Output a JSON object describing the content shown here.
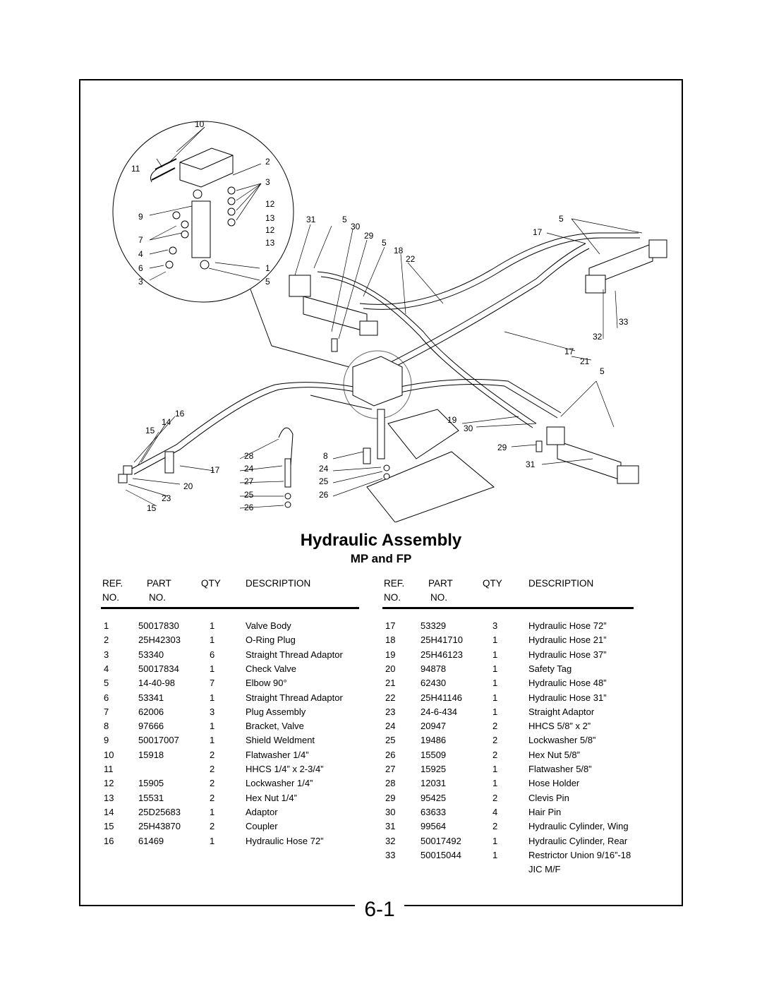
{
  "title": "Hydraulic Assembly",
  "subtitle": "MP and FP",
  "page_number": "6-1",
  "table_headers": {
    "ref_1": "REF.",
    "ref_2": "NO.",
    "part_1": "PART",
    "part_2": "NO.",
    "qty": "QTY",
    "description": "DESCRIPTION"
  },
  "parts_left": [
    {
      "ref": "1",
      "part": "50017830",
      "qty": "1",
      "desc": "Valve Body"
    },
    {
      "ref": "2",
      "part": "25H42303",
      "qty": "1",
      "desc": "O-Ring Plug"
    },
    {
      "ref": "3",
      "part": "53340",
      "qty": "6",
      "desc": "Straight Thread Adaptor"
    },
    {
      "ref": "4",
      "part": "50017834",
      "qty": "1",
      "desc": "Check Valve"
    },
    {
      "ref": "5",
      "part": "14-40-98",
      "qty": "7",
      "desc": "Elbow 90°"
    },
    {
      "ref": "6",
      "part": "53341",
      "qty": "1",
      "desc": "Straight Thread Adaptor"
    },
    {
      "ref": "7",
      "part": "62006",
      "qty": "3",
      "desc": "Plug Assembly"
    },
    {
      "ref": "8",
      "part": "97666",
      "qty": "1",
      "desc": "Bracket, Valve"
    },
    {
      "ref": "9",
      "part": "50017007",
      "qty": "1",
      "desc": "Shield Weldment"
    },
    {
      "ref": "10",
      "part": "15918",
      "qty": "2",
      "desc": "Flatwasher 1/4”"
    },
    {
      "ref": "11",
      "part": "",
      "qty": "2",
      "desc": "HHCS 1/4” x 2-3/4”"
    },
    {
      "ref": "12",
      "part": "15905",
      "qty": "2",
      "desc": "Lockwasher 1/4”"
    },
    {
      "ref": "13",
      "part": "15531",
      "qty": "2",
      "desc": "Hex Nut 1/4”"
    },
    {
      "ref": "14",
      "part": "25D25683",
      "qty": "1",
      "desc": "Adaptor"
    },
    {
      "ref": "15",
      "part": "25H43870",
      "qty": "2",
      "desc": "Coupler"
    },
    {
      "ref": "16",
      "part": "61469",
      "qty": "1",
      "desc": "Hydraulic Hose 72”"
    }
  ],
  "parts_right": [
    {
      "ref": "17",
      "part": "53329",
      "qty": "3",
      "desc": "Hydraulic Hose 72”"
    },
    {
      "ref": "18",
      "part": "25H41710",
      "qty": "1",
      "desc": "Hydraulic Hose 21”"
    },
    {
      "ref": "19",
      "part": "25H46123",
      "qty": "1",
      "desc": "Hydraulic Hose 37”"
    },
    {
      "ref": "20",
      "part": "94878",
      "qty": "1",
      "desc": "Safety Tag"
    },
    {
      "ref": "21",
      "part": "62430",
      "qty": "1",
      "desc": "Hydraulic Hose 48”"
    },
    {
      "ref": "22",
      "part": "25H41146",
      "qty": "1",
      "desc": "Hydraulic Hose 31”"
    },
    {
      "ref": "23",
      "part": "24-6-434",
      "qty": "1",
      "desc": "Straight Adaptor"
    },
    {
      "ref": "24",
      "part": "20947",
      "qty": "2",
      "desc": "HHCS 5/8” x 2”"
    },
    {
      "ref": "25",
      "part": "19486",
      "qty": "2",
      "desc": "Lockwasher 5/8”"
    },
    {
      "ref": "26",
      "part": "15509",
      "qty": "2",
      "desc": "Hex Nut 5/8”"
    },
    {
      "ref": "27",
      "part": "15925",
      "qty": "1",
      "desc": "Flatwasher 5/8”"
    },
    {
      "ref": "28",
      "part": "12031",
      "qty": "1",
      "desc": "Hose Holder"
    },
    {
      "ref": "29",
      "part": "95425",
      "qty": "2",
      "desc": "Clevis Pin"
    },
    {
      "ref": "30",
      "part": "63633",
      "qty": "4",
      "desc": "Hair Pin"
    },
    {
      "ref": "31",
      "part": "99564",
      "qty": "2",
      "desc": "Hydraulic Cylinder, Wing"
    },
    {
      "ref": "32",
      "part": "50017492",
      "qty": "1",
      "desc": "Hydraulic Cylinder, Rear"
    },
    {
      "ref": "33",
      "part": "50015044",
      "qty": "1",
      "desc": "Restrictor Union 9/16”-18"
    },
    {
      "ref": "",
      "part": "",
      "qty": "",
      "desc": "JIC M/F"
    }
  ],
  "callouts": [
    "10",
    "11",
    "2",
    "3",
    "9",
    "12",
    "13",
    "12",
    "7",
    "13",
    "4",
    "6",
    "1",
    "3",
    "5",
    "31",
    "5",
    "30",
    "29",
    "5",
    "18",
    "22",
    "5",
    "17",
    "33",
    "32",
    "17",
    "21",
    "5",
    "16",
    "14",
    "15",
    "19",
    "30",
    "28",
    "8",
    "29",
    "17",
    "24",
    "24",
    "31",
    "20",
    "27",
    "25",
    "23",
    "25",
    "26",
    "15",
    "26"
  ]
}
